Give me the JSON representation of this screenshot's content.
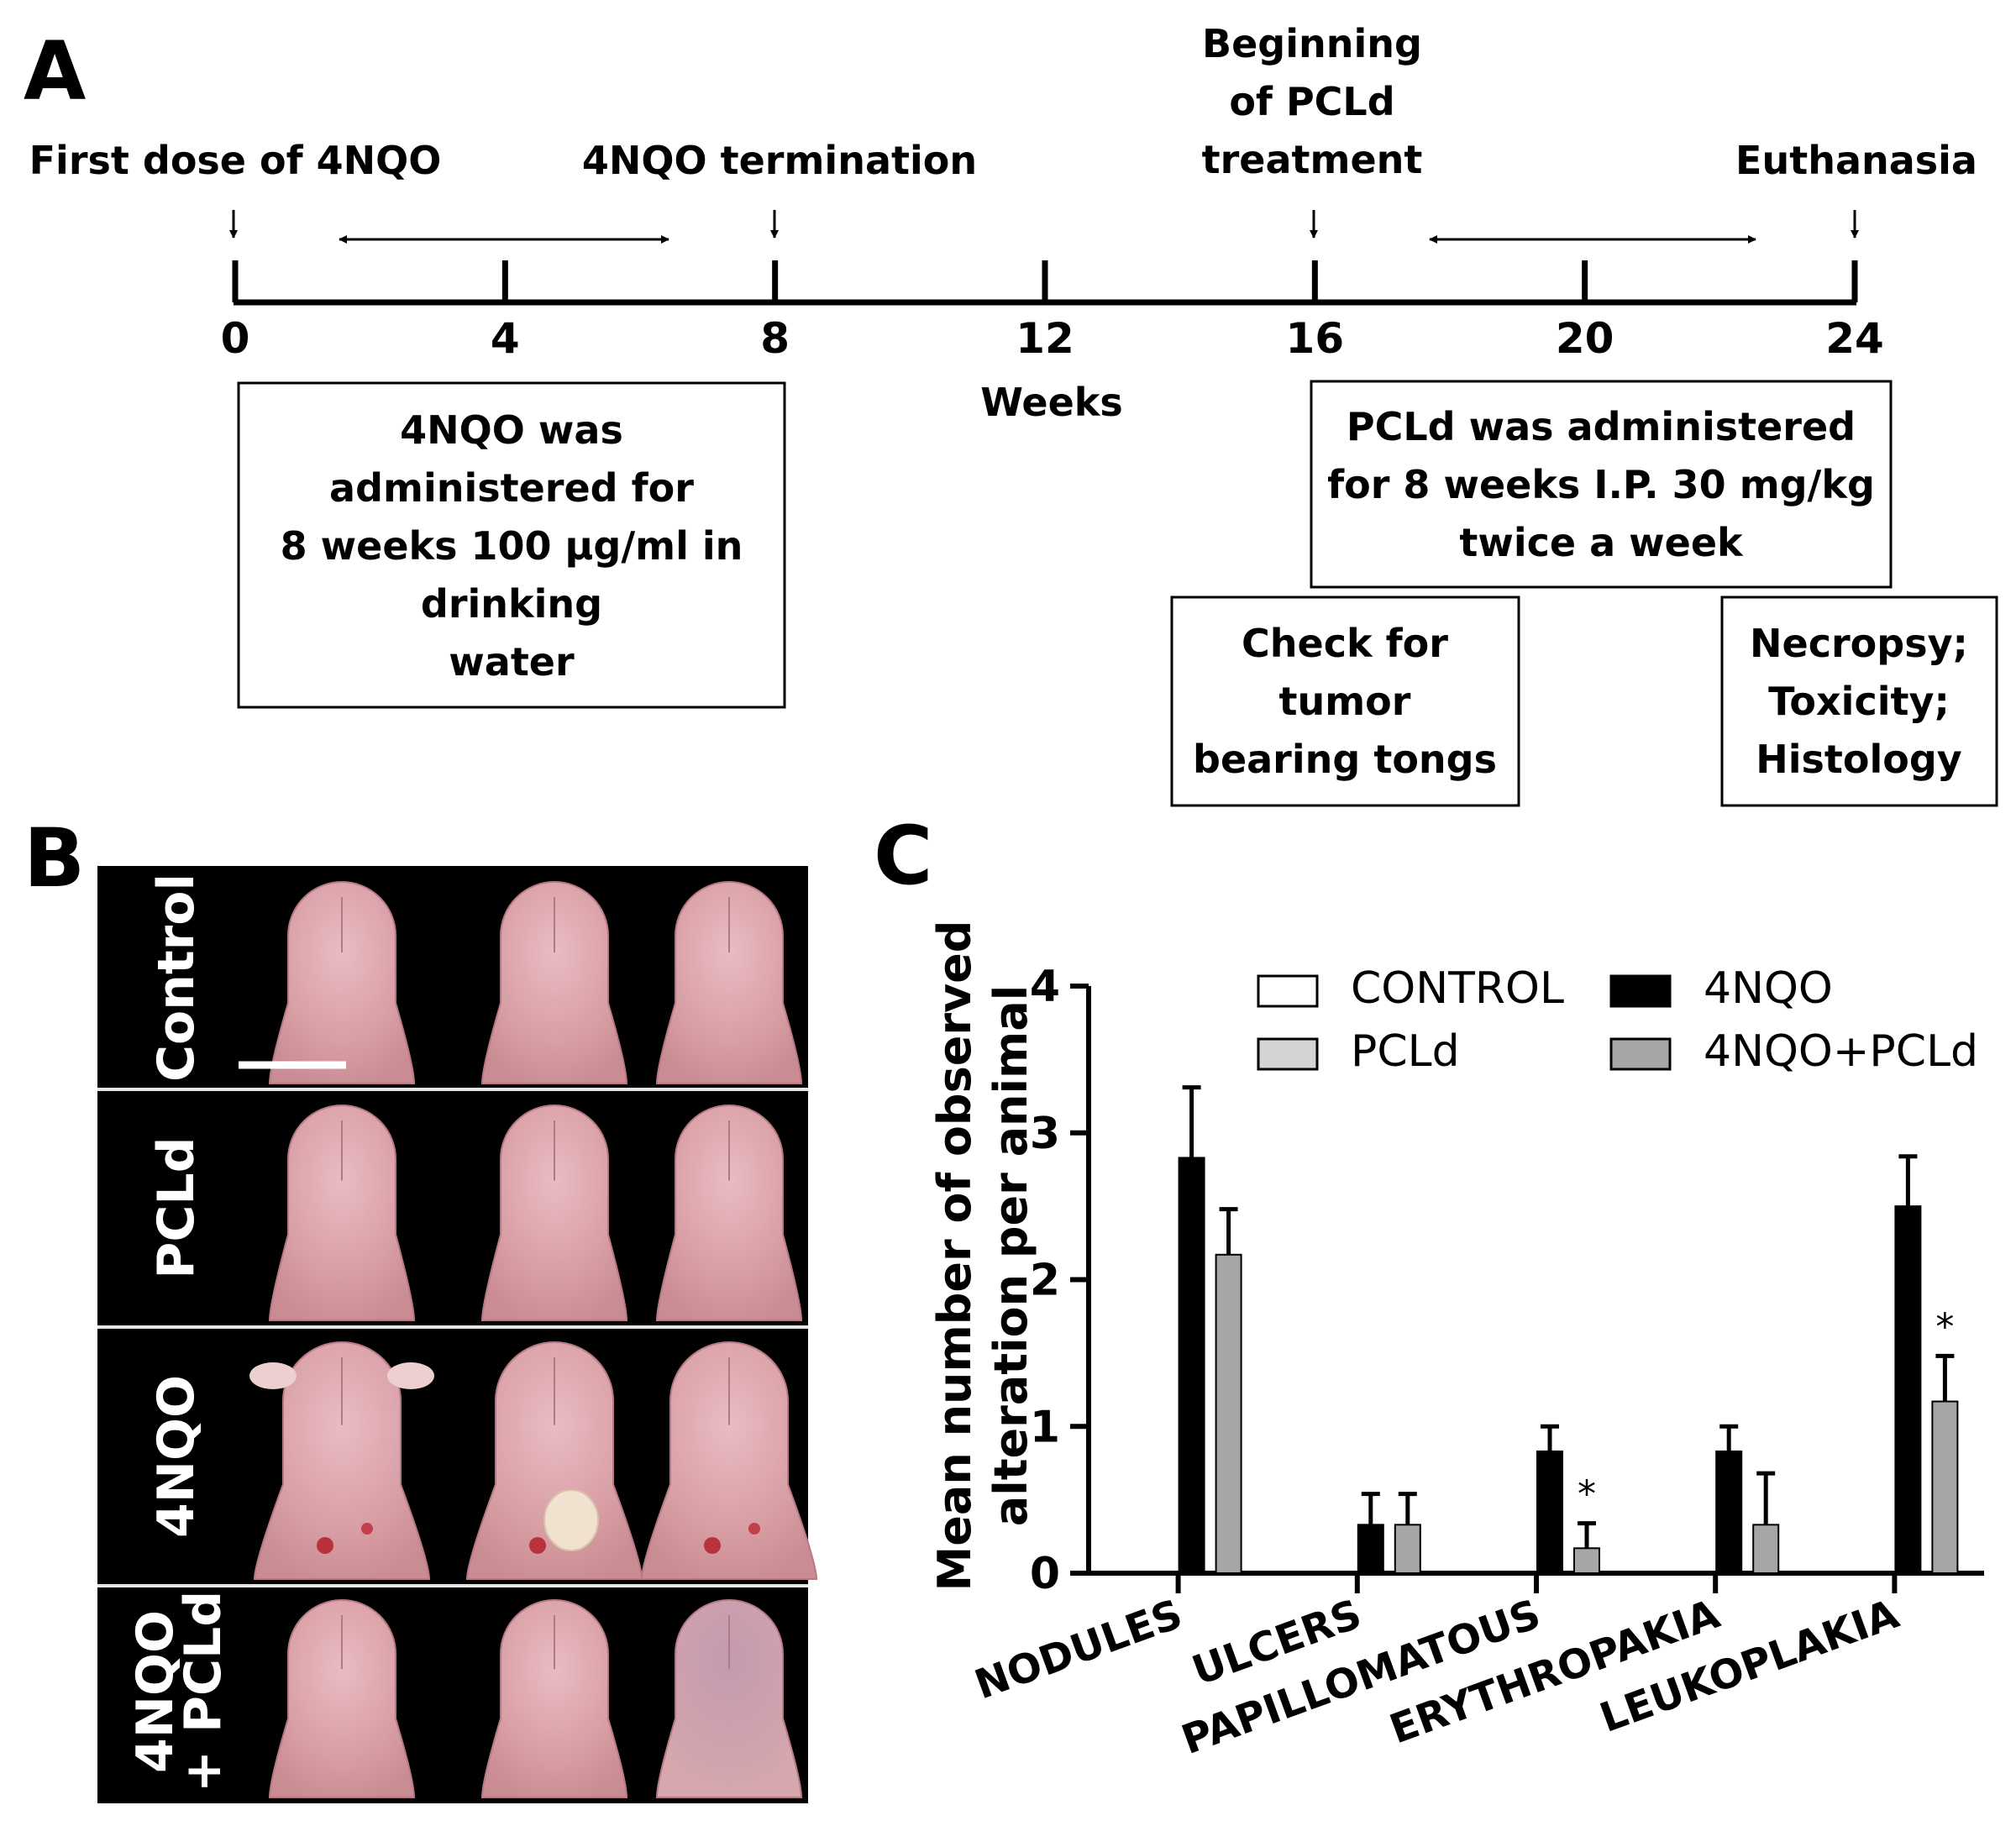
{
  "panel_a": {
    "label": "A",
    "milestones": {
      "first_dose": "First dose of 4NQO",
      "termination": "4NQO termination",
      "beginning_line1": "Beginning",
      "beginning_line2": "of PCLd",
      "beginning_line3": "treatment",
      "euthanasia": "Euthanasia"
    },
    "axis_ticks": [
      "0",
      "4",
      "8",
      "12",
      "16",
      "20",
      "24"
    ],
    "axis_label": "Weeks",
    "box_4nqo": [
      "4NQO was",
      "administered for",
      "8 weeks 100 μg/ml in",
      "drinking",
      "water"
    ],
    "box_pcld": [
      "PCLd was administered",
      "for 8 weeks I.P. 30 mg/kg",
      "twice a week"
    ],
    "box_check": [
      "Check for",
      "tumor",
      "bearing tongs"
    ],
    "box_necropsy": [
      "Necropsy;",
      "Toxicity;",
      "Histology"
    ]
  },
  "panel_b": {
    "label": "B",
    "rows": [
      {
        "label": "Control"
      },
      {
        "label": "PCLd"
      },
      {
        "label": "4NQO"
      },
      {
        "label_line1": "4NQO",
        "label_line2": "+ PCLd"
      }
    ]
  },
  "panel_c": {
    "label": "C"
  },
  "chart_data": {
    "type": "bar",
    "title": "",
    "xlabel": "",
    "ylabel_line1": "Mean number of observed",
    "ylabel_line2": "alteration per animal",
    "ylim": [
      0,
      4
    ],
    "yticks": [
      "0",
      "1",
      "2",
      "3",
      "4"
    ],
    "categories": [
      "NODULES",
      "ULCERS",
      "PAPILLOMATOUS",
      "ERYTHROPAKIA",
      "LEUKOPLAKIA"
    ],
    "series": [
      {
        "name": "CONTROL",
        "color": "#ffffff",
        "values": [
          0,
          0,
          0,
          0,
          0
        ],
        "errors": [
          0,
          0,
          0,
          0,
          0
        ]
      },
      {
        "name": "4NQO",
        "color": "#000000",
        "values": [
          2.83,
          0.33,
          0.83,
          0.83,
          2.5
        ],
        "errors": [
          0.48,
          0.21,
          0.17,
          0.17,
          0.34
        ]
      },
      {
        "name": "PCLd",
        "color": "#d4d4d4",
        "values": [
          0,
          0,
          0,
          0,
          0
        ],
        "errors": [
          0,
          0,
          0,
          0,
          0
        ]
      },
      {
        "name": "4NQO+PCLd",
        "color": "#a6a6a6",
        "values": [
          2.17,
          0.33,
          0.17,
          0.33,
          1.17
        ],
        "errors": [
          0.31,
          0.21,
          0.17,
          0.35,
          0.31
        ]
      }
    ],
    "significance": [
      {
        "category": "PAPILLOMATOUS",
        "series": "4NQO+PCLd",
        "mark": "*"
      },
      {
        "category": "LEUKOPLAKIA",
        "series": "4NQO+PCLd",
        "mark": "*"
      }
    ],
    "legend_position": "top-right",
    "grid": false
  }
}
